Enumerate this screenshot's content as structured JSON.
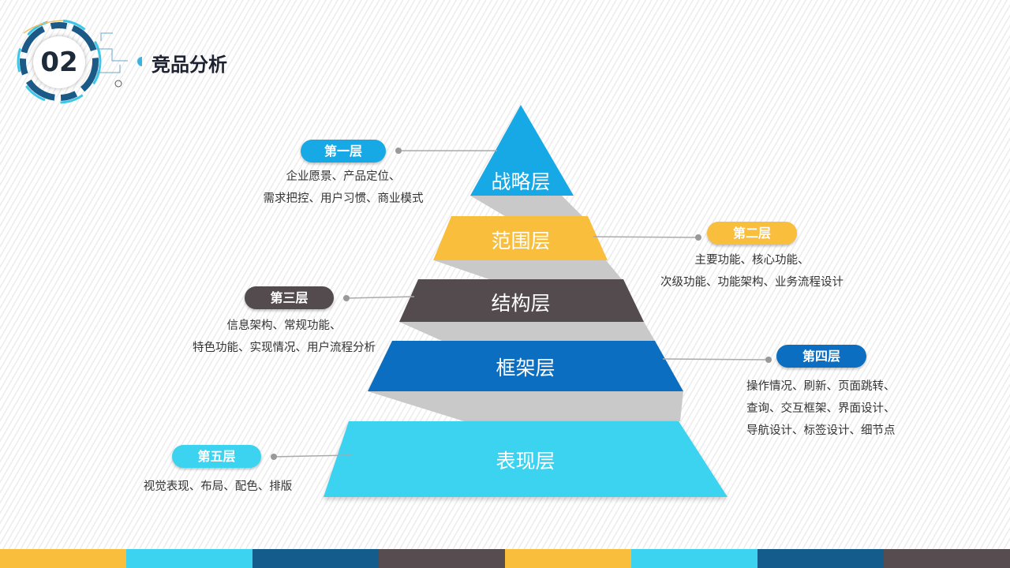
{
  "header": {
    "section_number": "02",
    "title": "竞品分析"
  },
  "pyramid": {
    "layers": [
      {
        "label": "战略层",
        "color": "#17A9E6"
      },
      {
        "label": "范围层",
        "color": "#F9BE3B"
      },
      {
        "label": "结构层",
        "color": "#544B4E"
      },
      {
        "label": "框架层",
        "color": "#0B6EC0"
      },
      {
        "label": "表现层",
        "color": "#3CD3F0"
      }
    ]
  },
  "callouts": [
    {
      "badge": "第一层",
      "lines": [
        "企业愿景、产品定位、",
        "需求把控、用户习惯、商业模式"
      ]
    },
    {
      "badge": "第二层",
      "lines": [
        "主要功能、核心功能、",
        "次级功能、功能架构、业务流程设计"
      ]
    },
    {
      "badge": "第三层",
      "lines": [
        "信息架构、常规功能、",
        "特色功能、实现情况、用户流程分析"
      ]
    },
    {
      "badge": "第四层",
      "lines": [
        "操作情况、刷新、页面跳转、",
        "查询、交互框架、界面设计、",
        "导航设计、标签设计、细节点"
      ]
    },
    {
      "badge": "第五层",
      "lines": [
        "视觉表现、布局、配色、排版"
      ]
    }
  ],
  "footer": {
    "colors": [
      "#F9BE3B",
      "#3CD3F0",
      "#145C8C",
      "#574C50",
      "#F9BE3B",
      "#3CD3F0",
      "#145C8C",
      "#574C50"
    ]
  }
}
